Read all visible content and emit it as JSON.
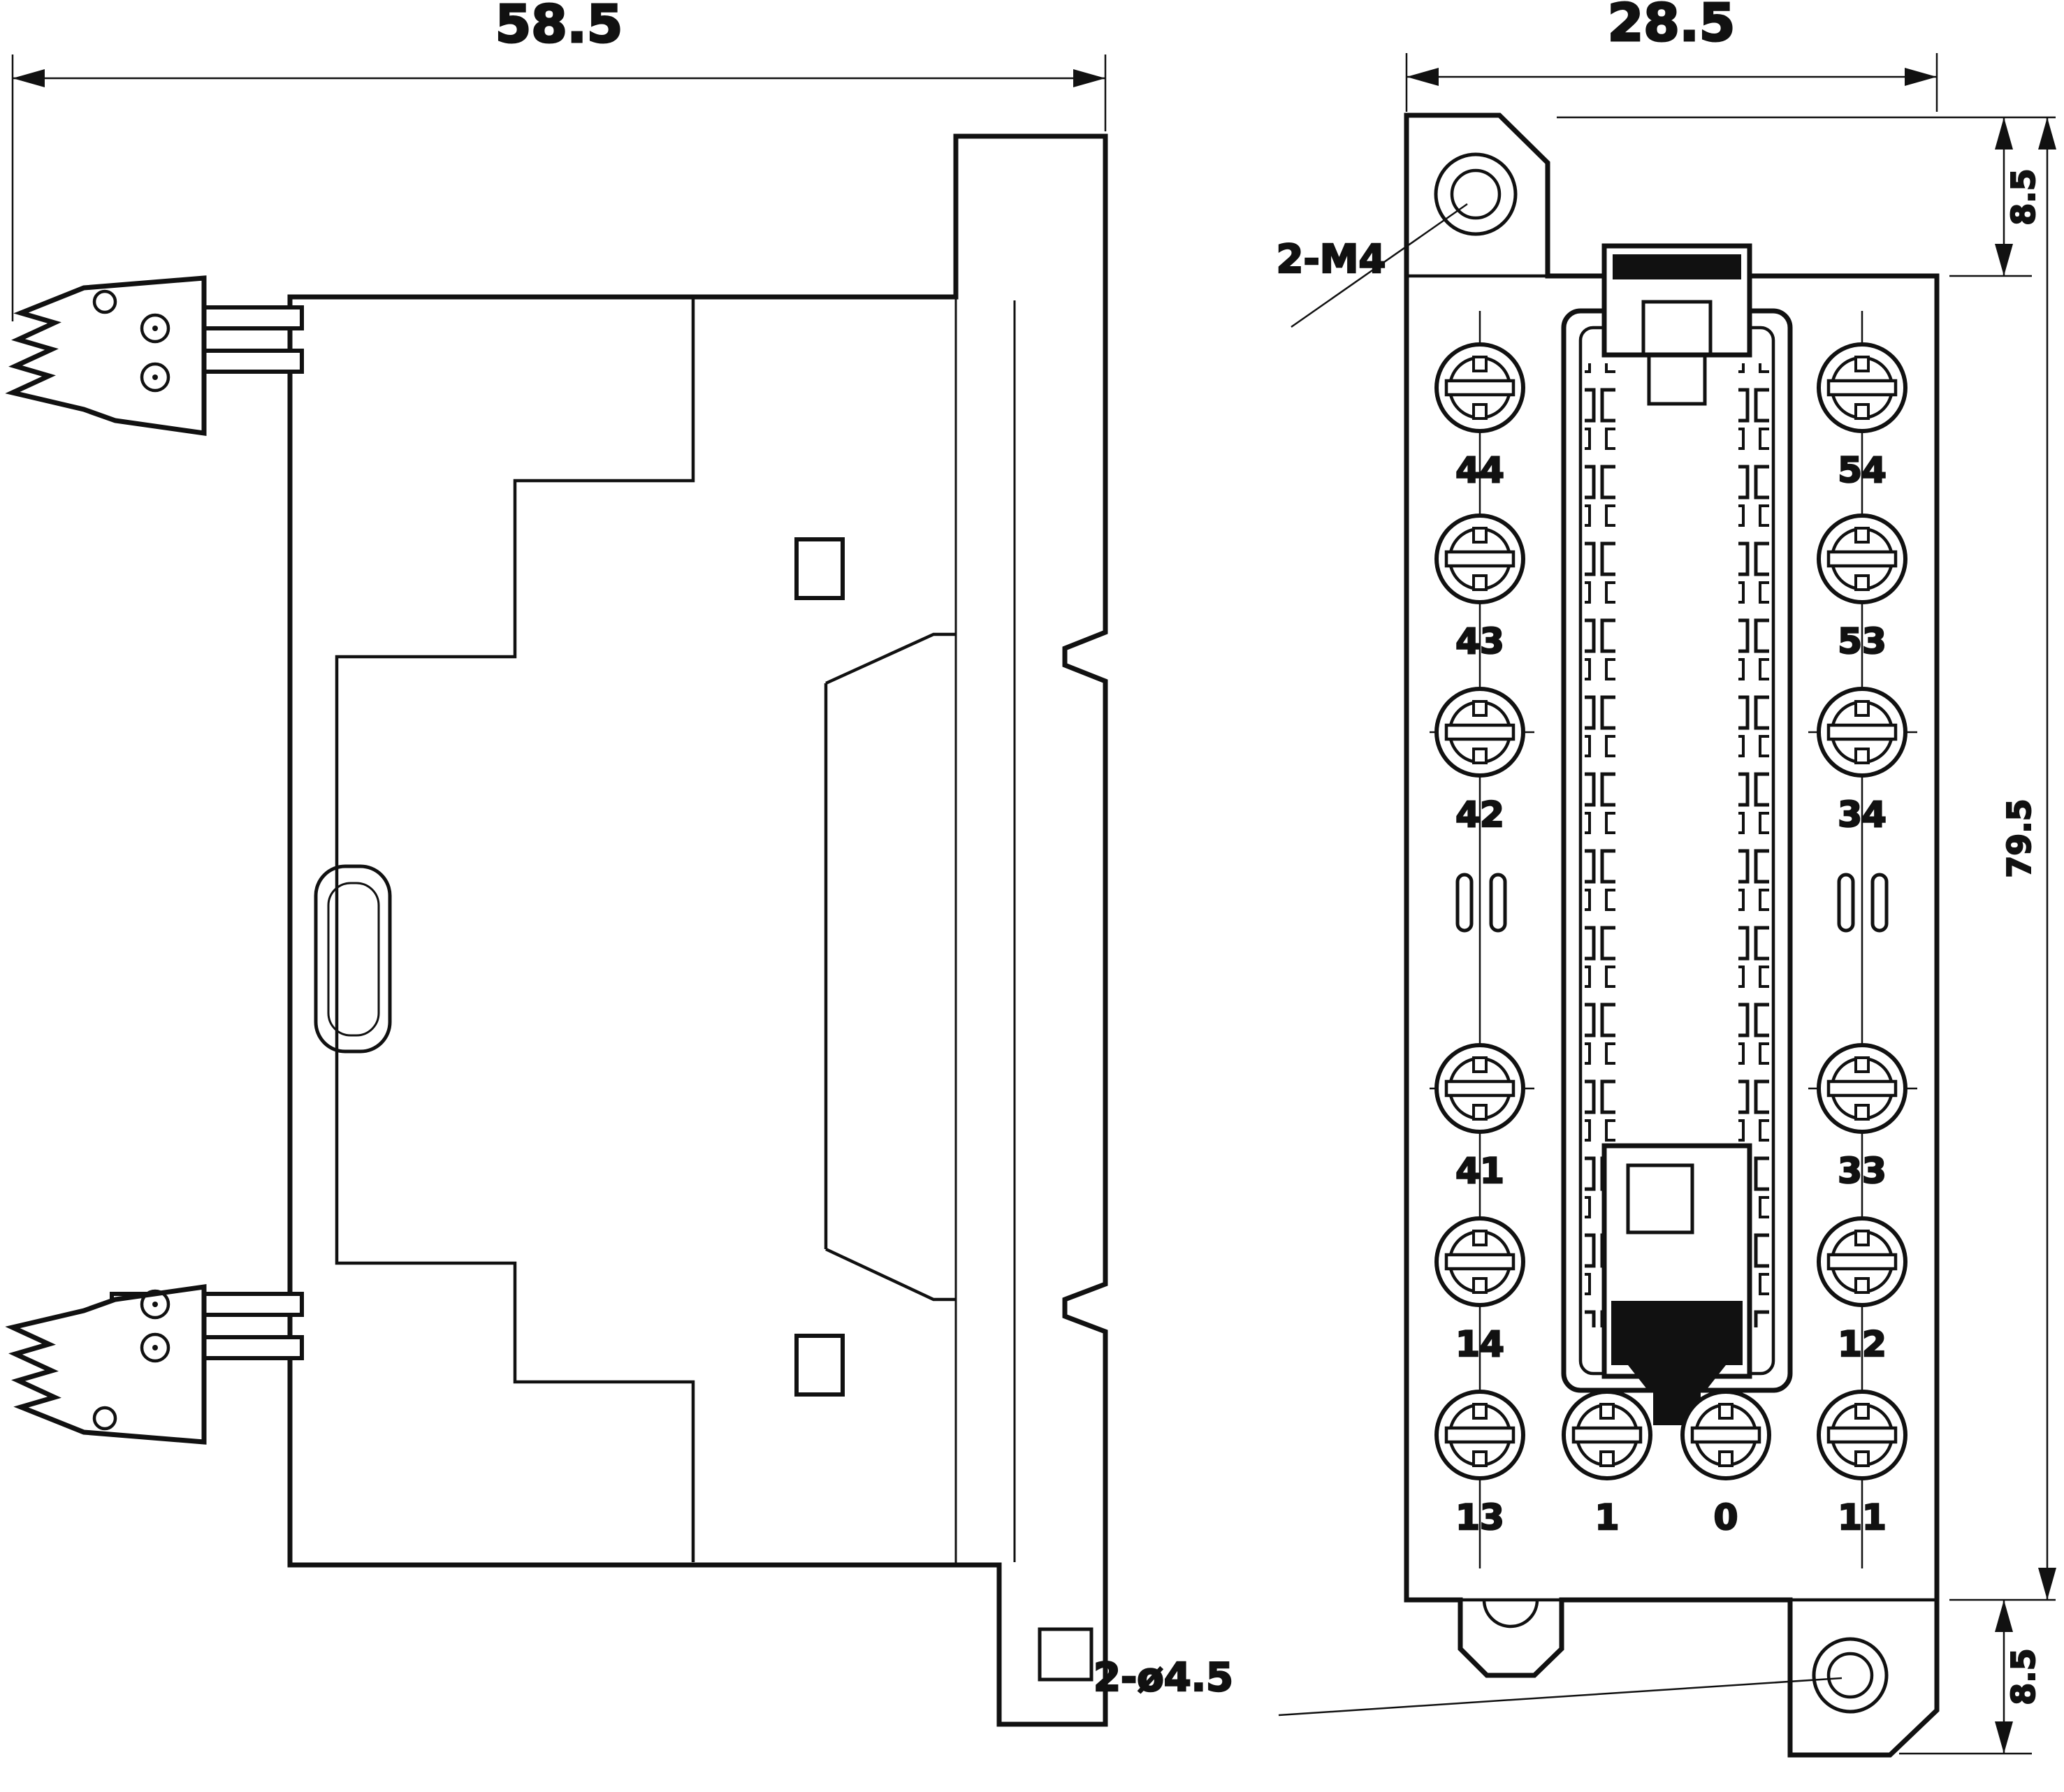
{
  "side_view": {
    "width_dim": "58.5"
  },
  "front_view": {
    "width_dim": "28.5",
    "ear_height_dim": "8.5",
    "overall_height_dim": "79.5",
    "bottom_ear_height_dim": "8.5",
    "top_hole_callout": "2-M4",
    "bottom_hole_callout": "2-ø4.5",
    "terminals": {
      "left": [
        "44",
        "43",
        "42",
        "41",
        "14",
        "13"
      ],
      "right": [
        "54",
        "53",
        "34",
        "33",
        "12",
        "11"
      ],
      "bottom": [
        "1",
        "0"
      ]
    }
  }
}
